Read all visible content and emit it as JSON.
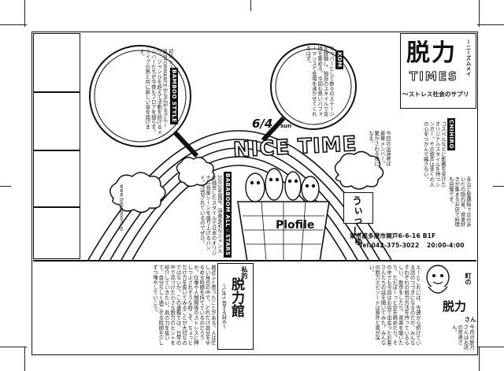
{
  "masthead": {
    "title": "脱力",
    "series": "TIMES",
    "vertical_label": "ーニーズムメイ",
    "subtitle": "〜ストレス社会のサプリ"
  },
  "sections": {
    "bamboo_style": "BAMBOO STYLE",
    "kom": "KOM",
    "chihiro": "CHIHIRO",
    "bababoom": "BABABOOM ALL☆STARS"
  },
  "event": {
    "date": "6/4",
    "day": "sun",
    "logo": "NICE TIME",
    "profile": "Plofile"
  },
  "venue": {
    "logo": "うぃっしゅ",
    "address": "東京都多摩市関戸6-6-16 B1F",
    "tel": "Tel:042-375-3022",
    "hours": "20:00-4:00"
  },
  "bababoom_url": "www.bababoom.jp",
  "bottom": {
    "column_title": "脱力館",
    "column_prefix": "私的",
    "column_sub": "〜Let's 習する試み〜",
    "town_prefix": "町の",
    "town_title": "脱力",
    "town_suffix": "さん"
  },
  "colors": {
    "ink": "#111111",
    "paper": "#ffffff"
  },
  "icons": [
    "magnifier-icon",
    "rainbow-arc",
    "basket-icon",
    "mascot-icon",
    "character-group-icon"
  ]
}
